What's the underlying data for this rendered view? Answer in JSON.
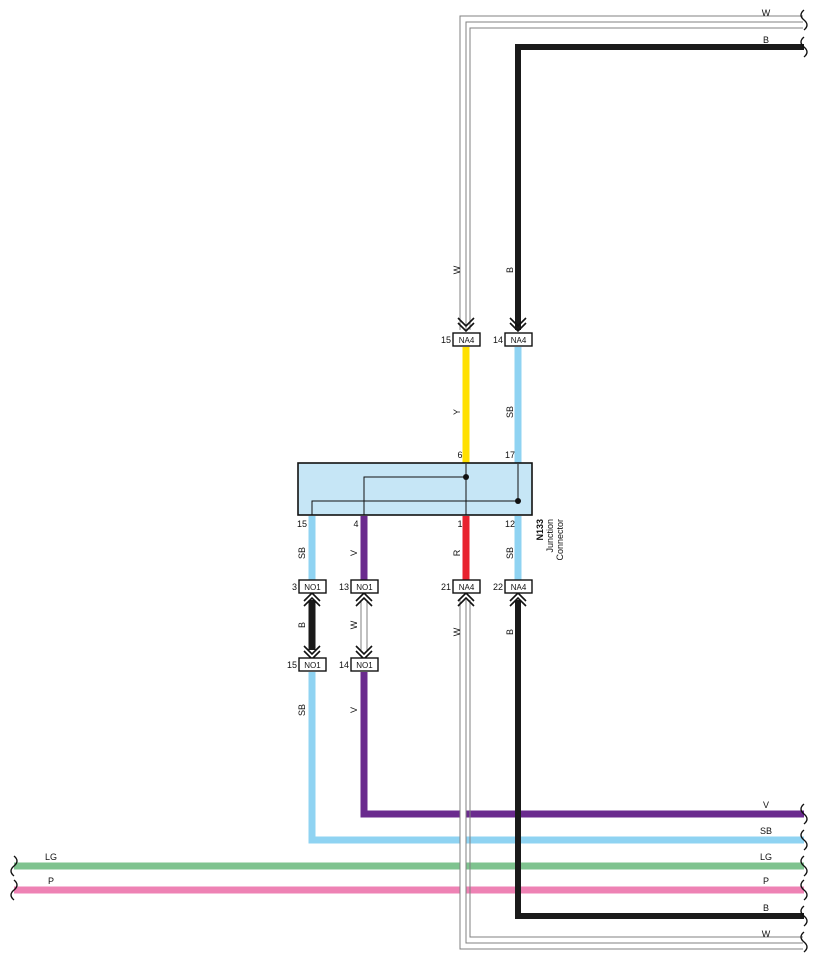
{
  "colors": {
    "W": "#ffffff",
    "B": "#1a1a1a",
    "Y": "#ffe000",
    "SB": "#8fd3f2",
    "V": "#6a2a8e",
    "R": "#e8222e",
    "LG": "#7fc38f",
    "P": "#ee82b4",
    "outline": "#808080",
    "junction_fill": "#c6e6f6"
  },
  "edge_labels": {
    "w_top": "W",
    "b_top": "B",
    "v_right": "V",
    "sb_right": "SB",
    "lg_left": "LG",
    "lg_right": "LG",
    "p_left": "P",
    "p_right": "P",
    "b_bottom": "B",
    "w_bottom": "W"
  },
  "wire_labels": {
    "upper_w": "W",
    "upper_b": "B",
    "mid_y": "Y",
    "mid_sb": "SB",
    "j_sb_left": "SB",
    "j_v": "V",
    "j_r": "R",
    "j_sb_right": "SB",
    "no1_b": "B",
    "no1_w": "W",
    "lower_w": "W",
    "lower_b": "B",
    "low_sb": "SB",
    "low_v": "V"
  },
  "connectors": {
    "na4_15": {
      "name": "NA4",
      "pin": "15"
    },
    "na4_14": {
      "name": "NA4",
      "pin": "14"
    },
    "no1_3": {
      "name": "NO1",
      "pin": "3"
    },
    "no1_13": {
      "name": "NO1",
      "pin": "13"
    },
    "na4_21": {
      "name": "NA4",
      "pin": "21"
    },
    "na4_22": {
      "name": "NA4",
      "pin": "22"
    },
    "no1_15": {
      "name": "NO1",
      "pin": "15"
    },
    "no1_14": {
      "name": "NO1",
      "pin": "14"
    }
  },
  "junction": {
    "code": "N133",
    "name_line1": "Junction",
    "name_line2": "Connector",
    "pins": {
      "p6": "6",
      "p17": "17",
      "p15": "15",
      "p4": "4",
      "p1": "1",
      "p12": "12"
    }
  }
}
